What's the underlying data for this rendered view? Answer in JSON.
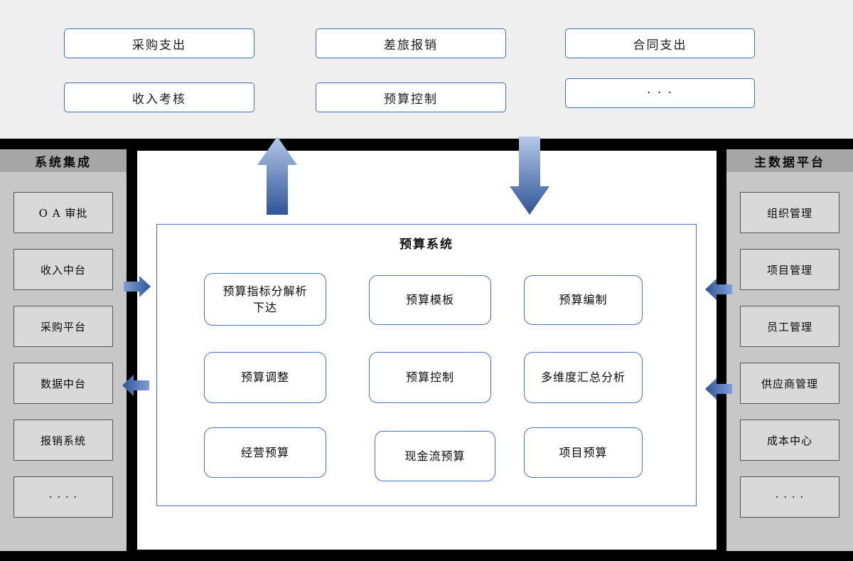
{
  "top": {
    "boxes": [
      "采购支出",
      "差旅报销",
      "合同支出",
      "收入考核",
      "预算控制",
      "·  ·  ·"
    ]
  },
  "left_sidebar": {
    "title": "系统集成",
    "items": [
      "O A 审批",
      "收入中台",
      "采购平台",
      "数据中台",
      "报销系统",
      "·  ·  ·  ·"
    ]
  },
  "right_sidebar": {
    "title": "主数据平台",
    "items": [
      "组织管理",
      "项目管理",
      "员工管理",
      "供应商管理",
      "成本中心",
      "·  ·  ·  ·"
    ]
  },
  "center": {
    "title": "预算系统",
    "modules": [
      {
        "l1": "预算指标分解析",
        "l2": "下达"
      },
      {
        "l1": "预算模板"
      },
      {
        "l1": "预算编制"
      },
      {
        "l1": "预算调整"
      },
      {
        "l1": "预算控制"
      },
      {
        "l1": "多维度汇总分析"
      },
      {
        "l1": "经营预算"
      },
      {
        "l1": "现金流预算"
      },
      {
        "l1": "项目预算"
      }
    ]
  },
  "colors": {
    "accent_blue": "#4472c4",
    "arrow_dark": "#2f5597",
    "arrow_light": "#b4c7e7",
    "sidebar_gray": "#c7c7c7",
    "header_gray": "#a6a6a6",
    "top_band_gray": "#efefef",
    "frame_black": "#000000"
  }
}
